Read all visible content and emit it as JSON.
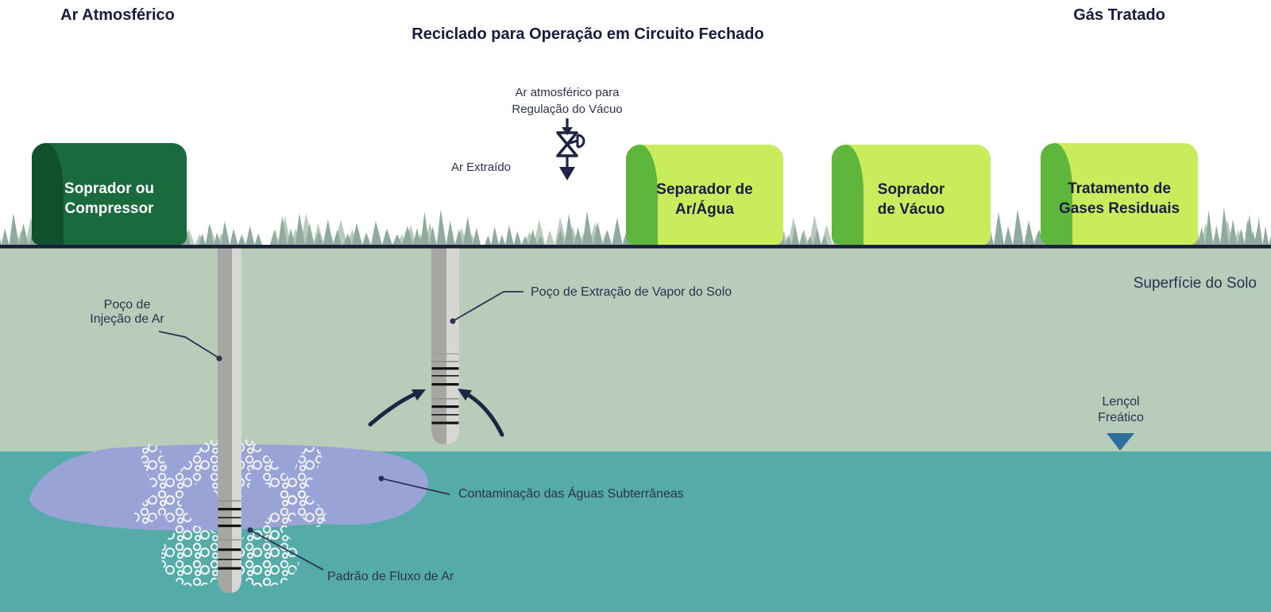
{
  "titles": {
    "left": "Ar Atmosférico",
    "center": "Reciclado para Operação em Circuito Fechado",
    "right": "Gás Tratado"
  },
  "equipment": {
    "blower": {
      "line1": "Soprador ou",
      "line2": "Compressor"
    },
    "separator": {
      "line1": "Separador de",
      "line2": "Ar/Água"
    },
    "vacuum_blower": {
      "line1": "Soprador",
      "line2": "de Vácuo"
    },
    "gas_treatment": {
      "line1": "Tratamento de",
      "line2": "Gases Residuais"
    }
  },
  "valve": {
    "label_line1": "Ar atmosférico para",
    "label_line2": "Regulação do Vácuo",
    "extracted_air_label": "Ar Extraído"
  },
  "underground_labels": {
    "injection_well_line1": "Poço de",
    "injection_well_line2": "Injeção de Ar",
    "extraction_well": "Poço de Extração de Vapor do Solo",
    "soil_surface": "Superfície do Solo",
    "water_table_line1": "Lençol",
    "water_table_line2": "Freático",
    "contamination": "Contaminação das Águas Subterrâneas",
    "air_flow": "Padrão de Fluxo de Ar"
  },
  "colors": {
    "soil": "#b7ccb9",
    "water": "#55aba8",
    "plume": "#9aa3d6",
    "ground_line": "#1a1e38",
    "grass1": "#8fab9d",
    "grass2": "#b9cbbb",
    "box_dark": "#196b3d",
    "box_dark_stripe": "#10502d",
    "box_light": "#c9ec5d",
    "box_light_stripe": "#5fb63c",
    "text_dark": "#161d3d",
    "text_light": "#ffffff",
    "label": "#2b3150",
    "well_dark": "#a5a7a3",
    "well_light": "#d6d6d3",
    "screen_dark": "#141414",
    "screen_faint": "#8a8f8a",
    "arrow": "#1d2444",
    "water_triangle": "#2f6f9f",
    "bubble": "#f5f8fa"
  }
}
